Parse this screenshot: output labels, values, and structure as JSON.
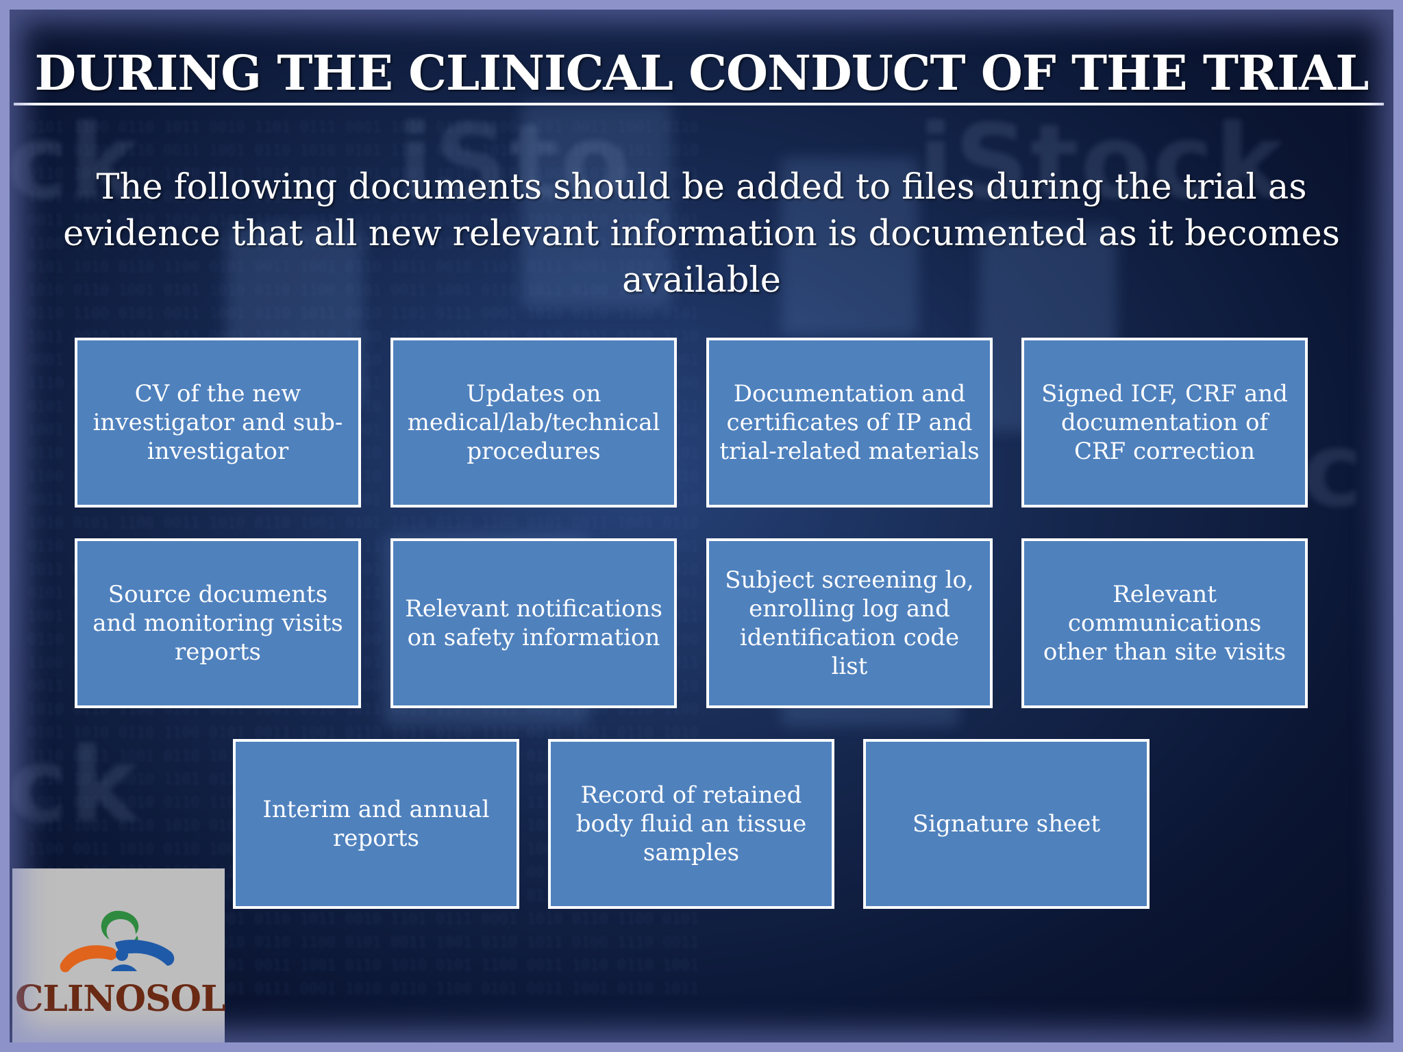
{
  "slide": {
    "title": "DURING THE CLINICAL CONDUCT OF THE TRIAL",
    "subtitle": "The following documents should be added to files during the trial as evidence that all new relevant information is documented as it becomes available"
  },
  "documents": [
    "CV of the new investigator and sub-investigator",
    "Updates on medical/lab/technical procedures",
    "Documentation and certificates of IP and trial-related materials",
    "Signed ICF, CRF and documentation of CRF correction",
    "Source documents and monitoring visits reports",
    "Relevant notifications on safety information",
    "Subject screening lo, enrolling log and identification code list",
    "Relevant communications other than site visits",
    "Interim and annual reports",
    "Record of retained body fluid an tissue samples",
    "Signature sheet"
  ],
  "logo": {
    "text": "CLINOSOL",
    "icon": "clinosol-logo-icon"
  },
  "colors": {
    "box_fill": "#4f81bd",
    "box_border": "#ffffff",
    "text": "#ffffff",
    "frame": "#8d93c8",
    "logo_text": "#6a2a14"
  }
}
